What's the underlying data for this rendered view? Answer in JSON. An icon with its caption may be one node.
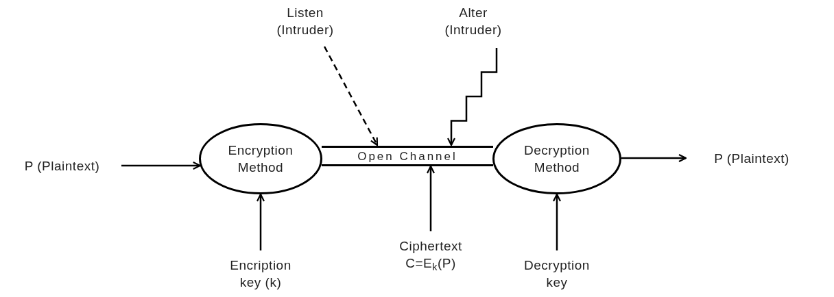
{
  "diagram": {
    "nodes": [
      {
        "text": [
          "P (Plaintext)"
        ]
      },
      {
        "text": [
          "Encryption Method"
        ]
      },
      {
        "text": [
          "Open Channel"
        ]
      },
      {
        "text": [
          "Decryption Method"
        ]
      },
      {
        "text": [
          "P (Plaintext)"
        ]
      },
      {
        "text": [
          "Listen (Intruder)"
        ]
      },
      {
        "text": [
          "Alter (Intruder)"
        ]
      },
      {
        "text": [
          "Encription key (k)"
        ]
      },
      {
        "text": [
          "Ciphertext C=E$_{k}$(P)"
        ]
      },
      {
        "text": [
          "Decryption key"
        ]
      }
    ],
    "edges": [
      {
        "from": 0,
        "to": 1,
        "arrow": "to"
      },
      {
        "from": 3,
        "to": 4,
        "arrow": "to"
      },
      {
        "from": 5,
        "to": 2,
        "arrow": "to",
        "style": "dashed"
      },
      {
        "from": 6,
        "to": 2,
        "arrow": "to"
      },
      {
        "from": 7,
        "to": 1,
        "arrow": "to"
      },
      {
        "from": 8,
        "to": 2,
        "arrow": "to"
      },
      {
        "from": 9,
        "to": 3,
        "arrow": "to"
      }
    ]
  }
}
